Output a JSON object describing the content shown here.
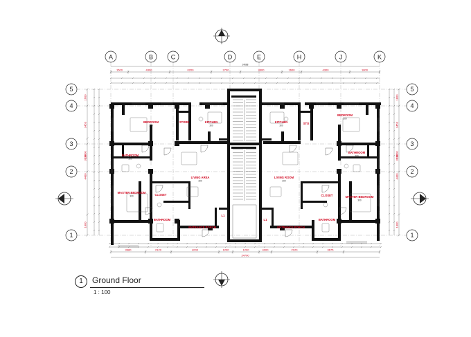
{
  "view": {
    "title": "Ground Floor",
    "number": "1",
    "scale": "1 : 100"
  },
  "grid_columns": [
    "A",
    "B",
    "C",
    "D",
    "E",
    "H",
    "J",
    "K"
  ],
  "grid_rows": [
    "5",
    "4",
    "3",
    "2",
    "1"
  ],
  "dimensions": {
    "top_overall": "24688",
    "bottom_overall": "24700",
    "top_red": [
      "1500",
      "4300",
      "0200",
      "2700",
      "3600",
      "1600",
      "4300",
      "1800"
    ],
    "bottom_red": [
      "3680",
      "2120",
      "4000",
      "1200",
      "1200",
      "4000",
      "2120",
      "3675"
    ],
    "left_red": [
      "1600",
      "3453",
      "3338",
      "13000",
      "4400",
      "1800"
    ],
    "right_red": [
      "1800",
      "3453",
      "3338",
      "13000",
      "4400",
      "1800"
    ]
  },
  "rooms": [
    {
      "label": "BEDROOM",
      "num": "300"
    },
    {
      "label": "STORE",
      "num": ""
    },
    {
      "label": "KITCHEN",
      "num": "300"
    },
    {
      "label": "KITCHEN",
      "num": "300"
    },
    {
      "label": "STO",
      "num": ""
    },
    {
      "label": "BEDROOM",
      "num": "300"
    },
    {
      "label": "BATHROOM",
      "num": "300"
    },
    {
      "label": "BATHROOM",
      "num": "300"
    },
    {
      "label": "LIVING AREA",
      "num": "300"
    },
    {
      "label": "LIVING ROOM",
      "num": "300"
    },
    {
      "label": "MASTER BEDROOM",
      "num": "300"
    },
    {
      "label": "MASTER BEDROOM",
      "num": "300"
    },
    {
      "label": "CLOSET",
      "num": ""
    },
    {
      "label": "CLOSET",
      "num": ""
    },
    {
      "label": "BATHROOM",
      "num": ""
    },
    {
      "label": "BATHROOM",
      "num": ""
    },
    {
      "label": "ENTRANCE PORCH",
      "num": ""
    },
    {
      "label": "ENTRANCE PORCH",
      "num": ""
    },
    {
      "label": "L1",
      "num": ""
    },
    {
      "label": "L1",
      "num": ""
    }
  ]
}
